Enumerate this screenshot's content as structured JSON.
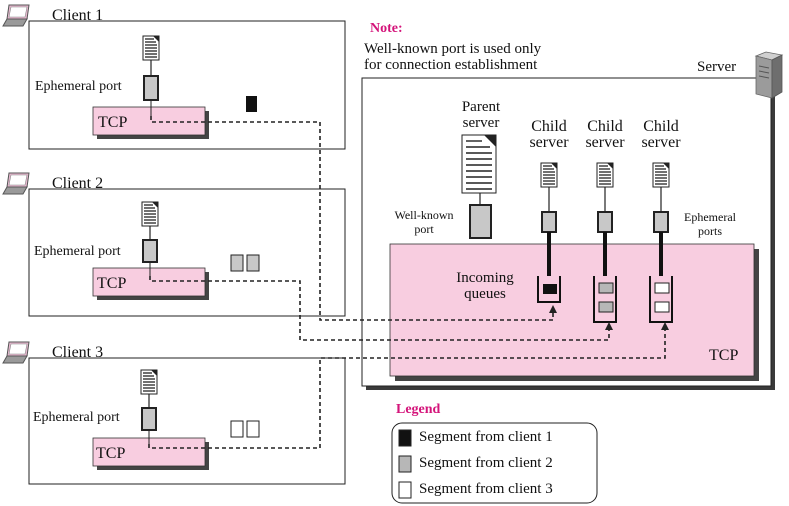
{
  "clients": [
    {
      "name": "Client 1",
      "port_label": "Ephemeral port",
      "tcp_label": "TCP"
    },
    {
      "name": "Client 2",
      "port_label": "Ephemeral port",
      "tcp_label": "TCP"
    },
    {
      "name": "Client 3",
      "port_label": "Ephemeral port",
      "tcp_label": "TCP"
    }
  ],
  "note": {
    "title": "Note:",
    "line1": "Well-known port is used only",
    "line2": "for connection establishment"
  },
  "server": {
    "label": "Server",
    "parent_line1": "Parent",
    "parent_line2": "server",
    "child_line1": "Child",
    "child_line2": "server",
    "wellknown_line1": "Well-known",
    "wellknown_line2": "port",
    "ephemeral_line1": "Ephemeral",
    "ephemeral_line2": "ports",
    "queues_line1": "Incoming",
    "queues_line2": "queues",
    "tcp_label": "TCP"
  },
  "legend": {
    "title": "Legend",
    "items": [
      {
        "label": "Segment from client 1",
        "fill": "#111111"
      },
      {
        "label": "Segment from client 2",
        "fill": "#b7b7b7"
      },
      {
        "label": "Segment from client 3",
        "fill": "#ffffff"
      }
    ]
  },
  "colors": {
    "accent": "#d4147a",
    "tcp_fill": "#f8cde0",
    "port_fill": "#c8c8c8"
  }
}
